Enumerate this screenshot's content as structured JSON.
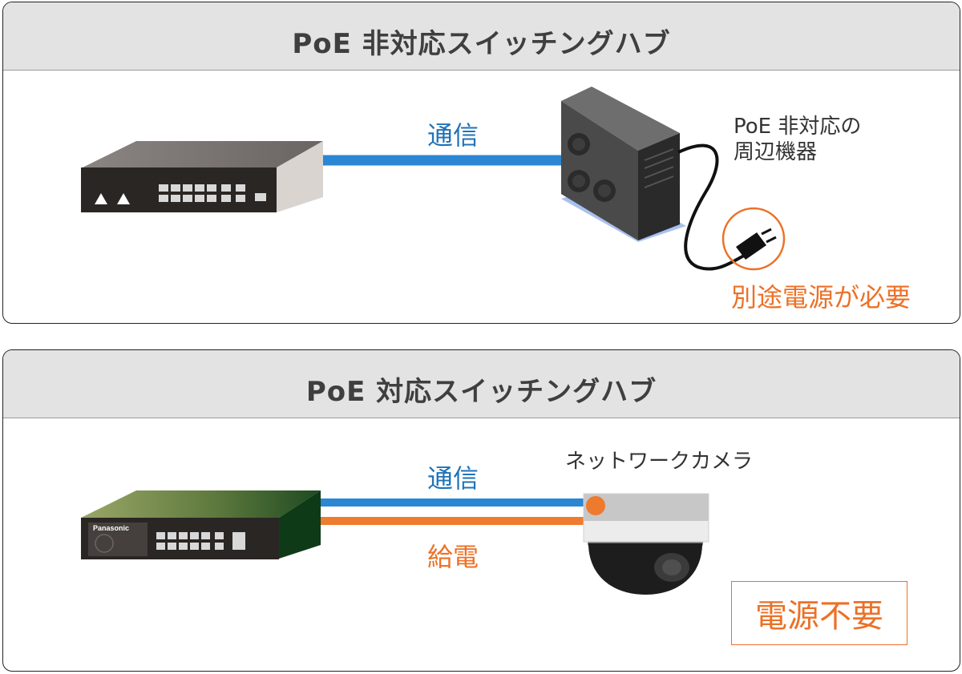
{
  "top_panel": {
    "title": "PoE 非対応スイッチングハブ",
    "link_label": "通信",
    "device_label_line1": "PoE 非対応の",
    "device_label_line2": "周辺機器",
    "power_note": "別途電源が必要"
  },
  "bottom_panel": {
    "title": "PoE 対応スイッチングハブ",
    "data_label": "通信",
    "power_label": "給電",
    "device_label": "ネットワークカメラ",
    "power_note": "電源不要",
    "switch_brand": "Panasonic"
  },
  "colors": {
    "data_line": "#2b86d4",
    "power_line": "#ef7b2e",
    "accent_orange": "#ec7127",
    "header_bg": "#e3e3e3"
  }
}
